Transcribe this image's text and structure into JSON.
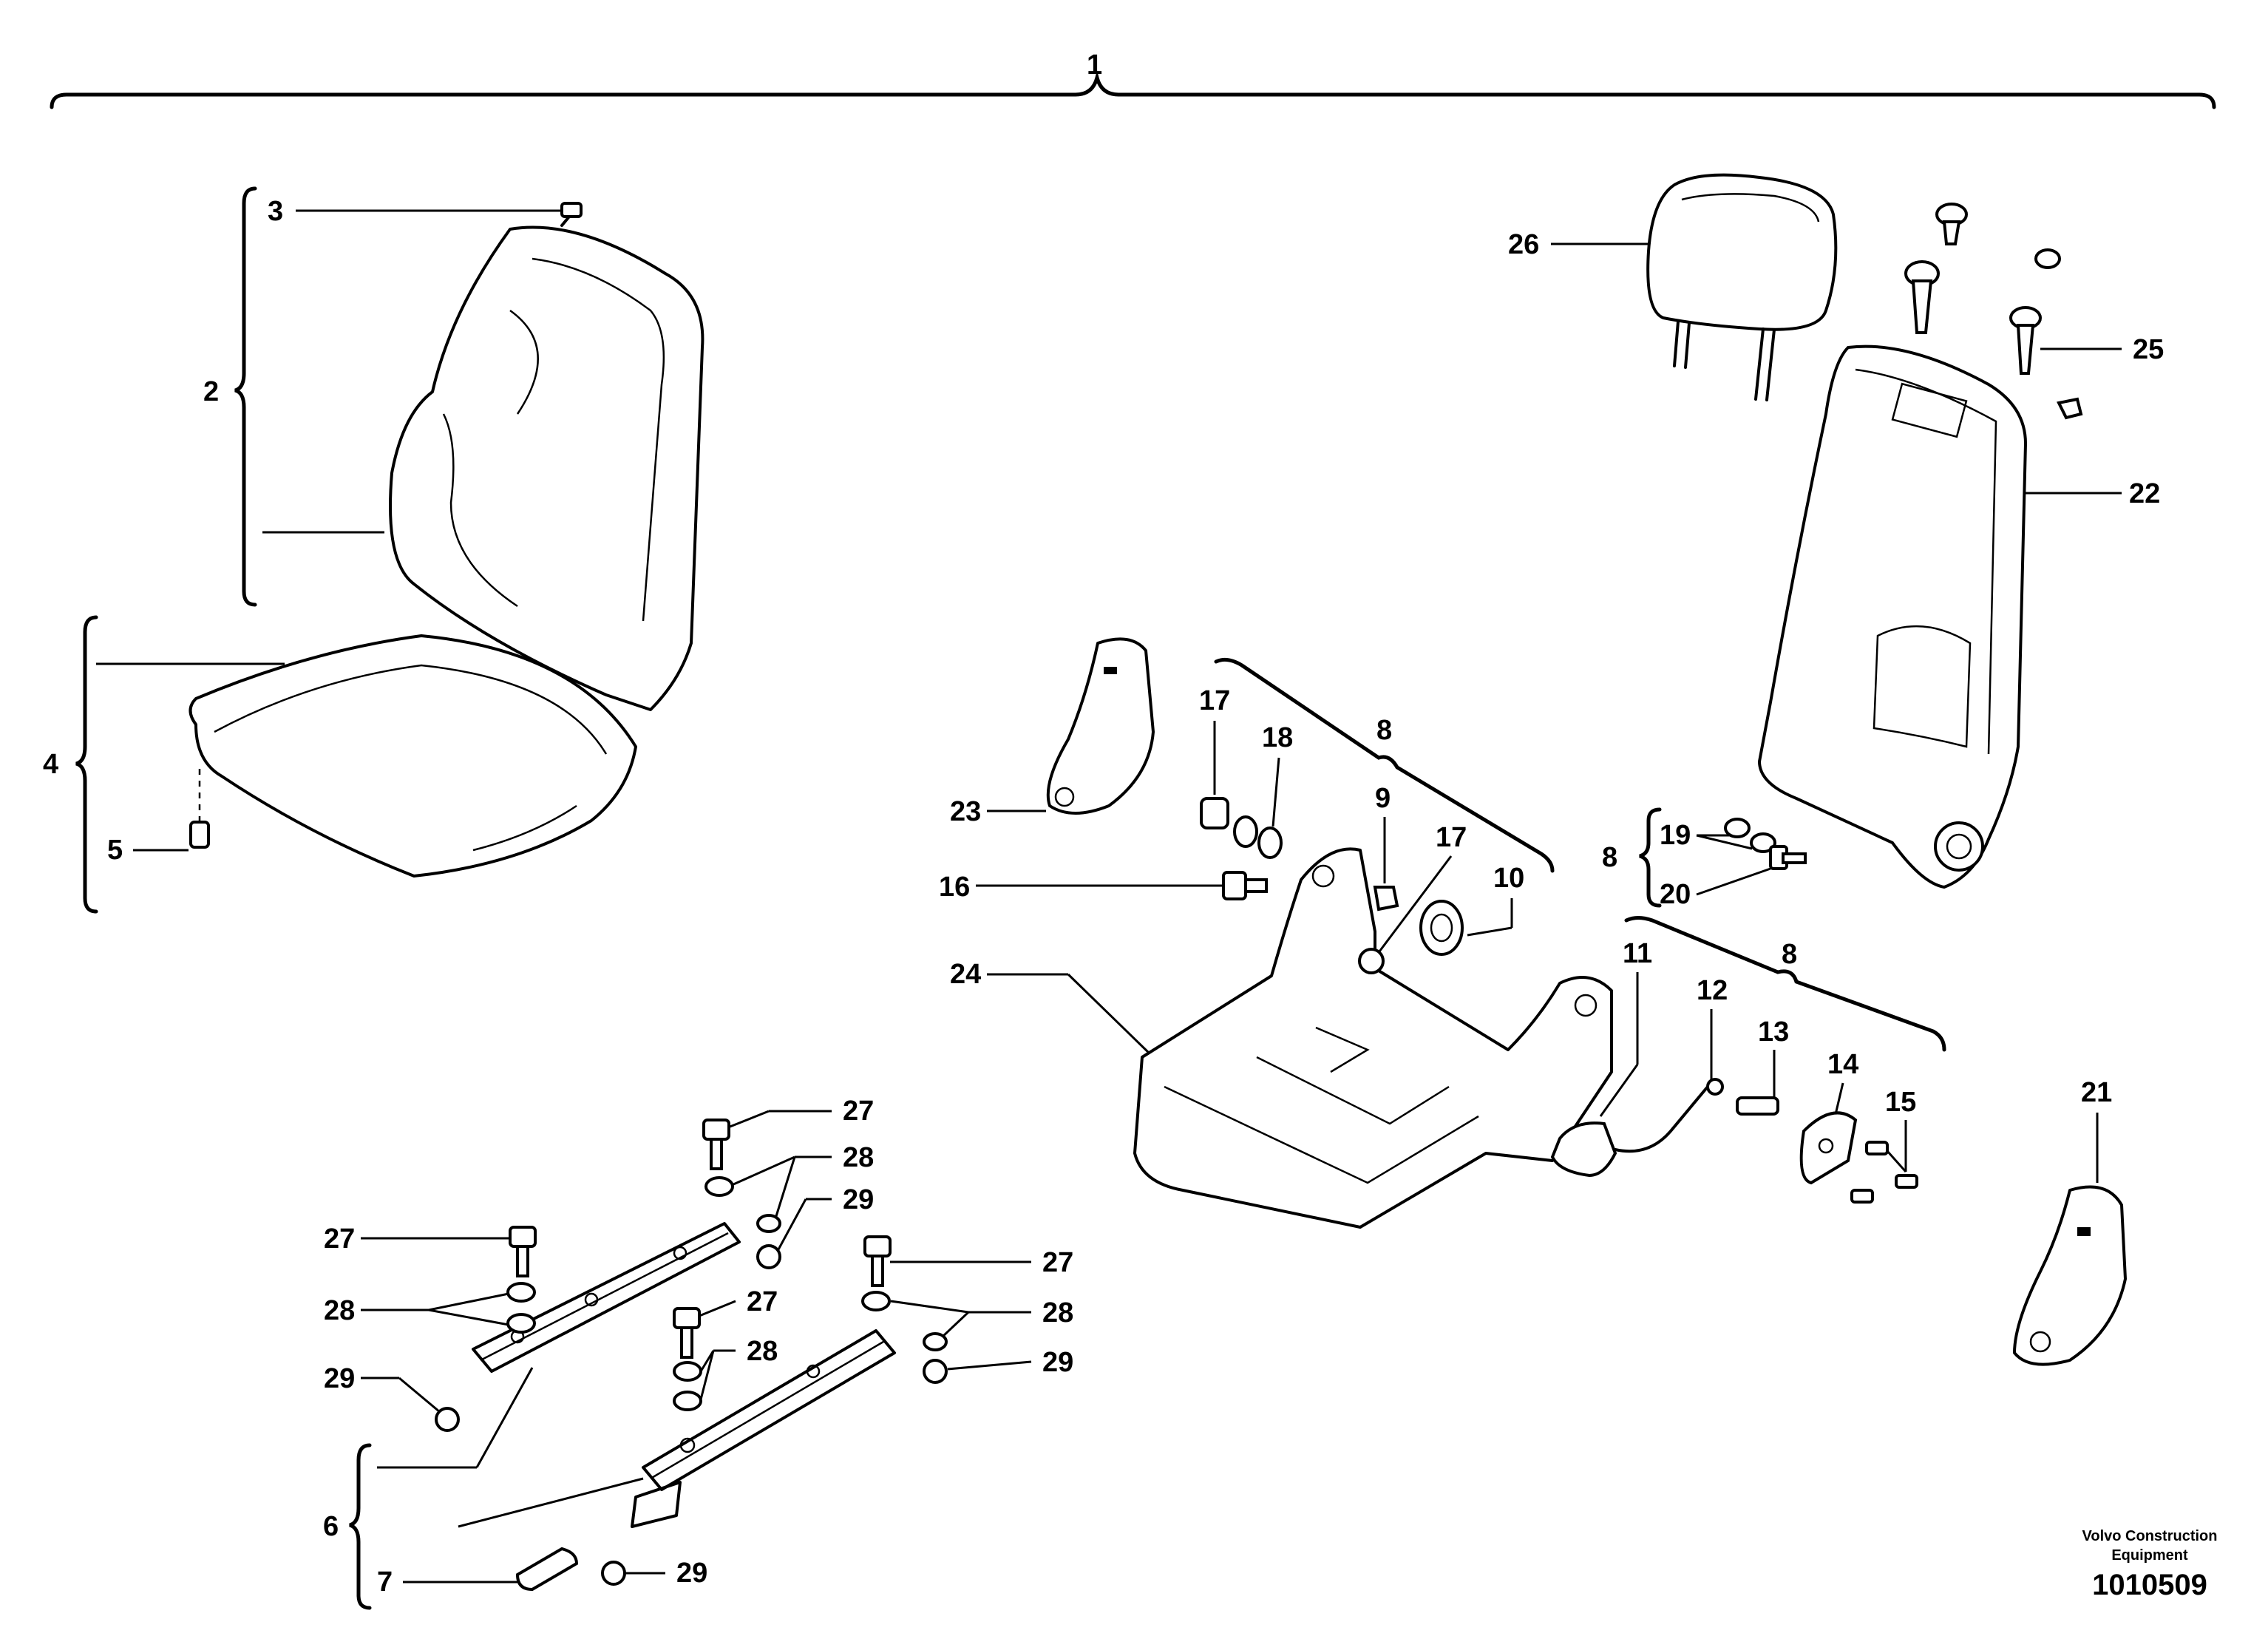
{
  "callouts": {
    "c1": "1",
    "c2": "2",
    "c3": "3",
    "c4": "4",
    "c5": "5",
    "c6": "6",
    "c7": "7",
    "c8a": "8",
    "c8b": "8",
    "c8c": "8",
    "c9": "9",
    "c10": "10",
    "c11": "11",
    "c12": "12",
    "c13": "13",
    "c14": "14",
    "c15": "15",
    "c16": "16",
    "c17a": "17",
    "c17b": "17",
    "c18": "18",
    "c19": "19",
    "c20": "20",
    "c21": "21",
    "c22": "22",
    "c23": "23",
    "c24": "24",
    "c25": "25",
    "c26": "26",
    "c27a": "27",
    "c27b": "27",
    "c27c": "27",
    "c27d": "27",
    "c28a": "28",
    "c28b": "28",
    "c28c": "28",
    "c28d": "28",
    "c29a": "29",
    "c29b": "29",
    "c29c": "29",
    "c29d": "29"
  },
  "footer": {
    "company_line1": "Volvo Construction",
    "company_line2": "Equipment",
    "drawing_number": "1010509"
  }
}
